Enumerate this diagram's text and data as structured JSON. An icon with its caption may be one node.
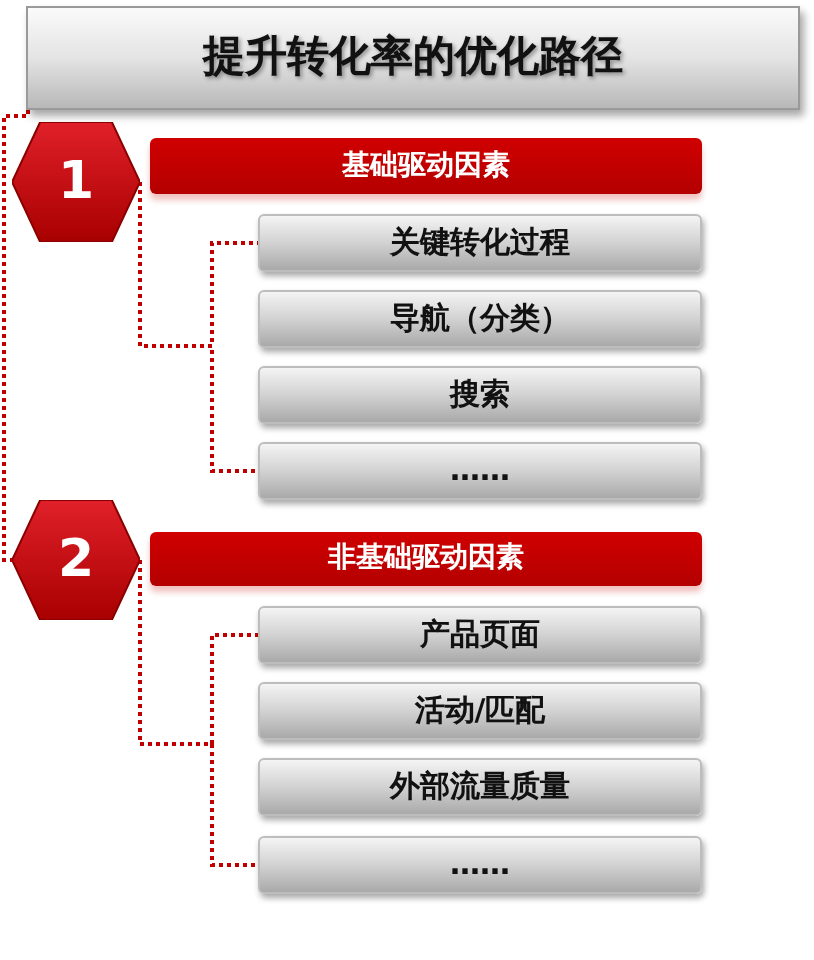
{
  "diagram": {
    "nodes": [
      {
        "text": [
          "提升转化率的优化路径"
        ]
      },
      {
        "text": [
          "1"
        ]
      },
      {
        "text": [
          "基础驱动因素"
        ]
      },
      {
        "text": [
          "关键转化过程"
        ]
      },
      {
        "text": [
          "导航（分类）"
        ]
      },
      {
        "text": [
          "搜索"
        ]
      },
      {
        "text": [
          "……"
        ]
      },
      {
        "text": [
          "2"
        ]
      },
      {
        "text": [
          "非基础驱动因素"
        ]
      },
      {
        "text": [
          "产品页面"
        ]
      },
      {
        "text": [
          "活动/匹配"
        ]
      },
      {
        "text": [
          "外部流量质量"
        ]
      },
      {
        "text": [
          "……"
        ]
      }
    ],
    "edges": [
      {
        "from": 0,
        "to": 7,
        "arrow": "none",
        "style": "dashed"
      },
      {
        "from": 1,
        "to": 3,
        "arrow": "none",
        "style": "dashed"
      },
      {
        "from": 1,
        "to": 6,
        "arrow": "none",
        "style": "dashed"
      },
      {
        "from": 7,
        "to": 9,
        "arrow": "none",
        "style": "dashed"
      },
      {
        "from": 7,
        "to": 12,
        "arrow": "none",
        "style": "dashed"
      }
    ]
  }
}
